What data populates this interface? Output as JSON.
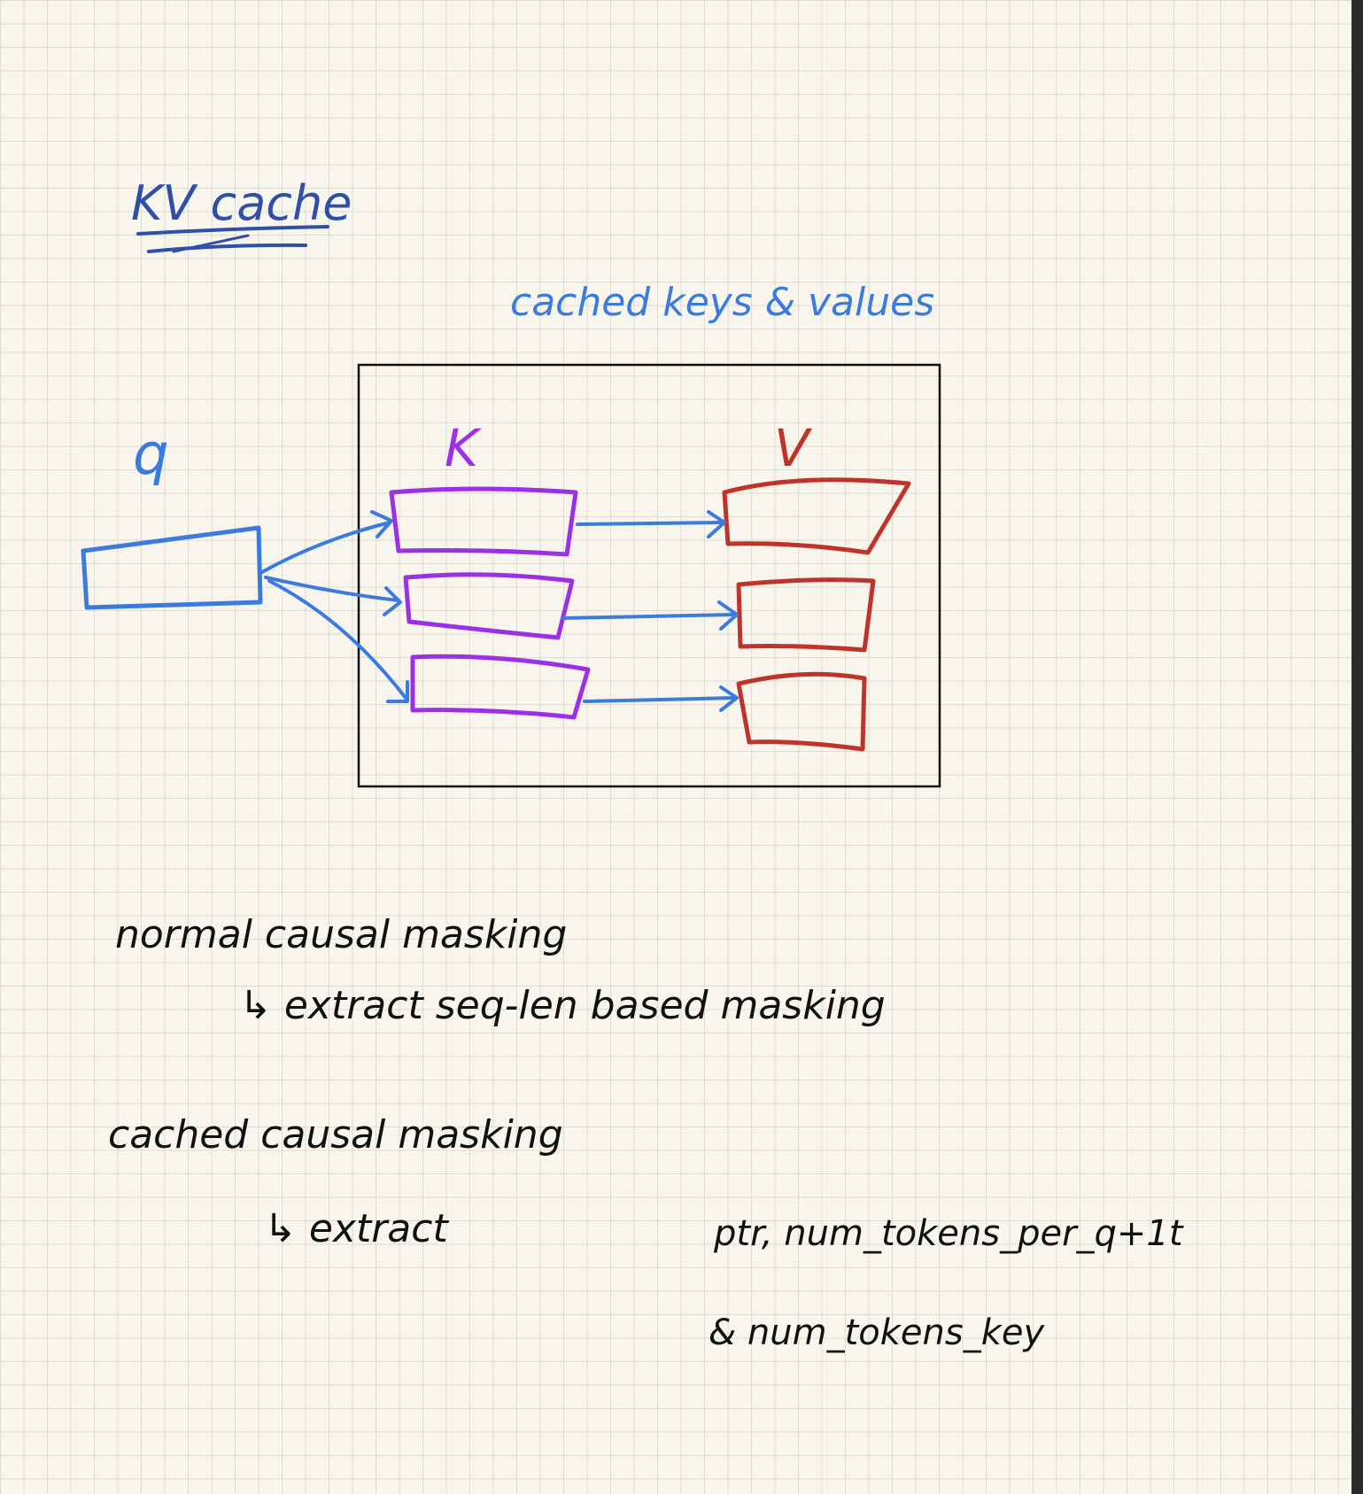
{
  "title": "KV cache",
  "cache_label": "cached keys & values",
  "query_label": "q",
  "keys_label": "K",
  "values_label": "V",
  "notes": {
    "line1": "normal causal masking",
    "line2": "↳ extract seq-len based masking",
    "line3": "cached causal masking",
    "line4": "↳ extract",
    "line5": "ptr, num_tokens_per_q+1t",
    "line6": "& num_tokens_key"
  },
  "colors": {
    "title": "#2f4fa8",
    "query": "#3b7be0",
    "keys": "#9b30e8",
    "values": "#c0332a",
    "notes": "#111111"
  }
}
